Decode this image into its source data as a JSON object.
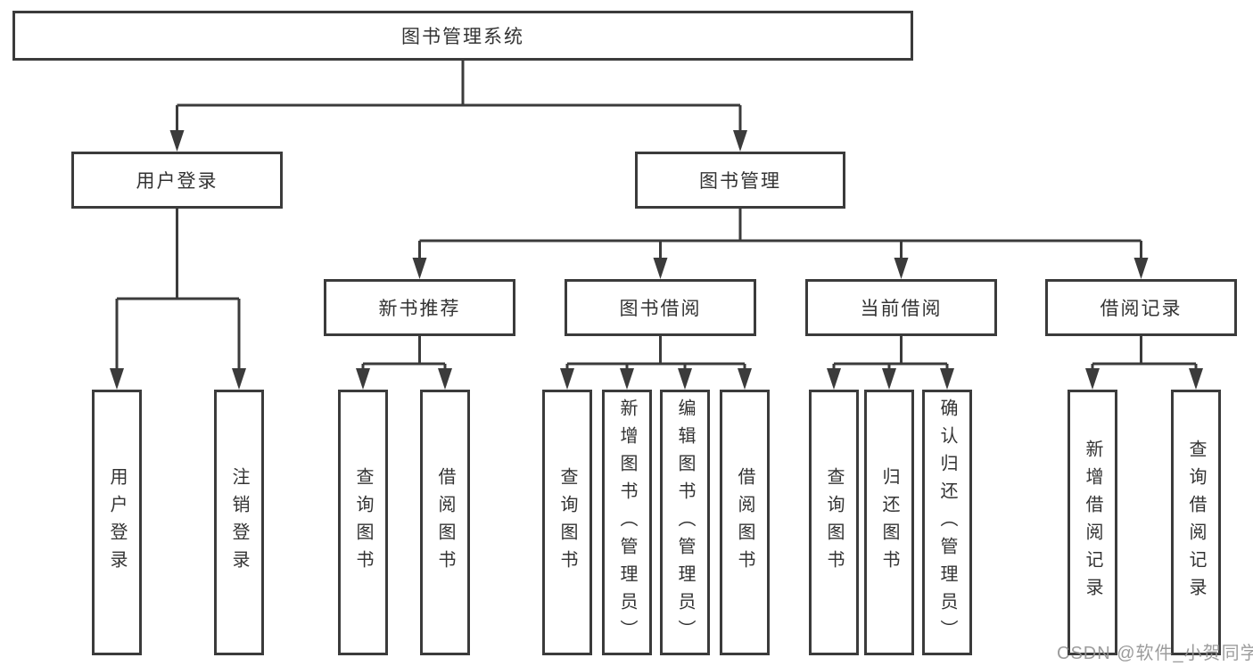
{
  "watermark": "CSDN @软件_小贺同学",
  "colors": {
    "box_border": "#3b3b3b",
    "connector_line": "#3b3b3b",
    "text": "#333333",
    "background": "#ffffff",
    "watermark": "#949494"
  },
  "tree": {
    "label": "图书管理系统",
    "children": [
      {
        "label": "用户登录",
        "children": [
          {
            "label": "用户登录"
          },
          {
            "label": "注销登录"
          }
        ]
      },
      {
        "label": "图书管理",
        "children": [
          {
            "label": "新书推荐",
            "children": [
              {
                "label": "查询图书"
              },
              {
                "label": "借阅图书"
              }
            ]
          },
          {
            "label": "图书借阅",
            "children": [
              {
                "label": "查询图书"
              },
              {
                "label": "新增图书（管理员）"
              },
              {
                "label": "编辑图书（管理员）"
              },
              {
                "label": "借阅图书"
              }
            ]
          },
          {
            "label": "当前借阅",
            "children": [
              {
                "label": "查询图书"
              },
              {
                "label": "归还图书"
              },
              {
                "label": "确认归还（管理员）"
              }
            ]
          },
          {
            "label": "借阅记录",
            "children": [
              {
                "label": "新增借阅记录"
              },
              {
                "label": "查询借阅记录"
              }
            ]
          }
        ]
      }
    ]
  }
}
